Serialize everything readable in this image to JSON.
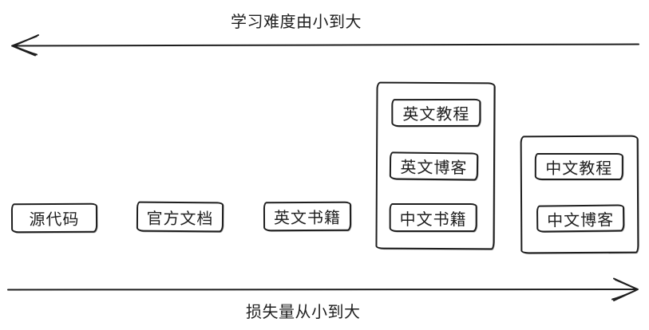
{
  "diagram": {
    "top_axis": {
      "label": "学习难度由小到大",
      "direction": "left"
    },
    "bottom_axis": {
      "label": "损失量从小到大",
      "direction": "right"
    },
    "nodes": [
      {
        "id": "source-code",
        "label": "源代码"
      },
      {
        "id": "official-docs",
        "label": "官方文档"
      },
      {
        "id": "english-books",
        "label": "英文书籍"
      }
    ],
    "groups": [
      {
        "id": "group-english",
        "nodes": [
          {
            "id": "english-tutorials",
            "label": "英文教程"
          },
          {
            "id": "english-blogs",
            "label": "英文博客"
          },
          {
            "id": "chinese-books",
            "label": "中文书籍"
          }
        ]
      },
      {
        "id": "group-chinese",
        "nodes": [
          {
            "id": "chinese-tutorials",
            "label": "中文教程"
          },
          {
            "id": "chinese-blogs",
            "label": "中文博客"
          }
        ]
      }
    ],
    "colors": {
      "stroke": "#1e1e1e",
      "background": "#ffffff"
    }
  }
}
